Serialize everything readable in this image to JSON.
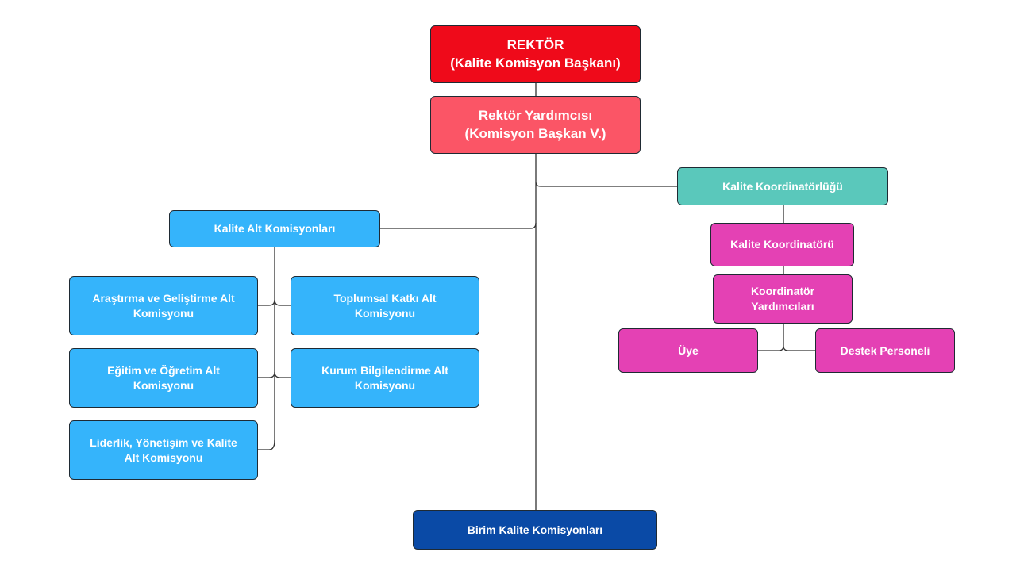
{
  "nodes": {
    "rektor": "REKTÖR\n(Kalite Komisyon Başkanı)",
    "rektor_yardimcisi": "Rektör Yardımcısı\n(Komisyon Başkan V.)",
    "kalite_alt_komisyonlari": "Kalite Alt Komisyonları",
    "arastirma": "Araştırma ve Geliştirme Alt\nKomisyonu",
    "toplumsal": "Toplumsal Katkı Alt\nKomisyonu",
    "egitim": "Eğitim ve Öğretim Alt\nKomisyonu",
    "kurum": "Kurum Bilgilendirme Alt\nKomisyonu",
    "liderlik": "Liderlik, Yönetişim ve Kalite\nAlt Komisyonu",
    "kalite_koordinatorlugu": "Kalite Koordinatörlüğü",
    "kalite_koordinatoru": "Kalite Koordinatörü",
    "koordinator_yardimcilari": "Koordinatör\nYardımcıları",
    "uye": "Üye",
    "destek_personeli": "Destek Personeli",
    "birim_kalite_komisyonlari": "Birim Kalite Komisyonları"
  },
  "colors": {
    "rektor": "#ef0a1a",
    "rektor_yardimcisi": "#fb5566",
    "alt_komisyon": "#35b4fb",
    "koordinatorluk": "#5ac8bb",
    "koordinasyon_ekibi": "#e441b4",
    "birim": "#0a4aa6"
  }
}
